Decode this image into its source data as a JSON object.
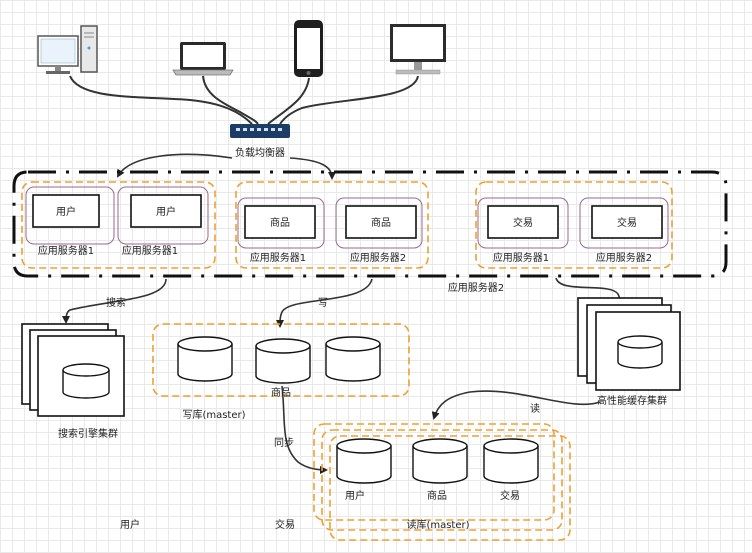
{
  "load_balancer": "负载均衡器",
  "user_group": {
    "boxes": [
      "用户",
      "用户"
    ],
    "labels": [
      "应用服务器1",
      "应用服务器1"
    ]
  },
  "product_group": {
    "boxes": [
      "商品",
      "商品"
    ],
    "labels": [
      "应用服务器1",
      "应用服务器2"
    ]
  },
  "trade_group": {
    "boxes": [
      "交易",
      "交易"
    ],
    "labels": [
      "应用服务器1",
      "应用服务器2"
    ]
  },
  "cluster_caption": "应用服务器2",
  "edges": {
    "search": "搜索",
    "write": "写",
    "sync": "同步",
    "read": "读"
  },
  "search_cluster": "搜索引擎集群",
  "cache_cluster": "高性能缓存集群",
  "write_db": {
    "product": "商品",
    "caption": "写库(master)"
  },
  "read_db": {
    "dbs": [
      "用户",
      "商品",
      "交易"
    ],
    "caption": "读库(master)"
  },
  "bottom_labels": [
    "用户",
    "交易"
  ],
  "colors": {
    "orange": "#f0a030",
    "purple": "#9a6a8e",
    "curve": "#333333",
    "switch": "#1d3c66"
  }
}
